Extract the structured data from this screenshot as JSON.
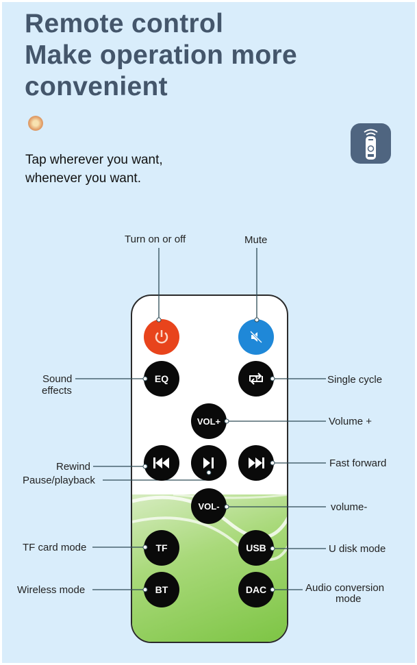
{
  "title": [
    "Remote control",
    "Make operation more",
    "convenient"
  ],
  "subtitle": [
    "Tap wherever you want,",
    "whenever you want."
  ],
  "colors": {
    "background": "#d9edfb",
    "title": "#44566b",
    "power": "#e8441c",
    "mute": "#1f88d8"
  },
  "icons": {
    "bullet": "amber-dot-icon",
    "app": "remote-app-icon"
  },
  "buttons": {
    "eq": "EQ",
    "vol_up": "VOL+",
    "vol_down": "VOL-",
    "tf": "TF",
    "usb": "USB",
    "bt": "BT",
    "dac": "DAC"
  },
  "labels": {
    "power": "Turn on or off",
    "mute": "Mute",
    "sound1": "Sound",
    "sound2": "effects",
    "cycle": "Single cycle",
    "vol_up": "Volume +",
    "rewind": "Rewind",
    "pause": "Pause/playback",
    "ffwd": "Fast forward",
    "vol_down": "volume-",
    "tf": "TF card mode",
    "usb": "U disk mode",
    "bt": "Wireless mode",
    "dac1": "Audio conversion",
    "dac2": "mode"
  }
}
